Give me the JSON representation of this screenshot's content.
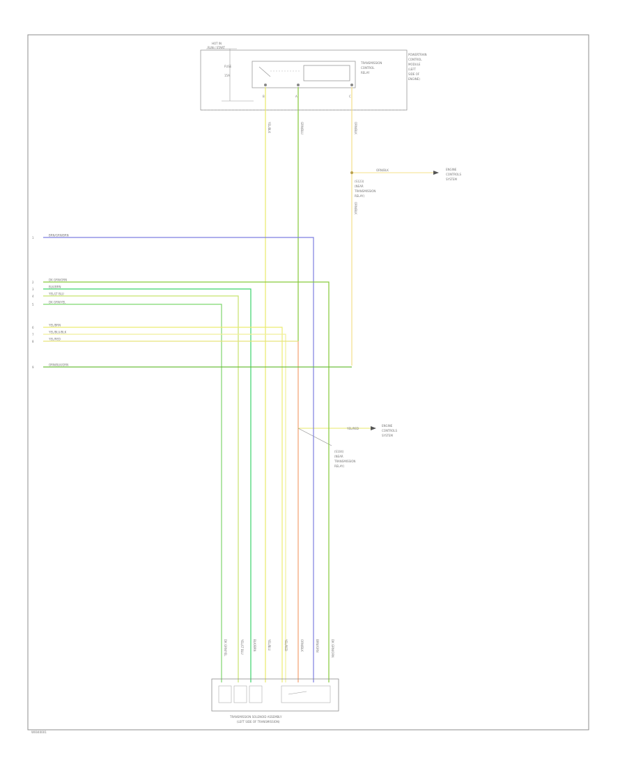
{
  "page": {
    "footer_code": "W0040001"
  },
  "relay": {
    "feed_label_1": "HOT IN",
    "feed_label_2": "RUN / START",
    "fuse_label": "FUSE",
    "fuse_amps": "15A",
    "module_label_1": "TRANSMISSION",
    "module_label_2": "CONTROL",
    "module_label_3": "RELAY",
    "side_label_lines": [
      "POWERTRAIN",
      "CONTROL",
      "MODULE",
      "(LEFT",
      "SIDE OF",
      "ENGINE)"
    ],
    "pins": [
      "B",
      "A",
      "C"
    ]
  },
  "wire_vertical_labels": [
    "YEL/BLK",
    "GRN/BLU",
    "ORN/BLK"
  ],
  "splice_1": {
    "wire": "ORN/BLK",
    "target_lines": [
      "ENGINE",
      "CONTROLS",
      "SYSTEM"
    ],
    "splice_lines": [
      "(S123)",
      "(NEAR",
      "TRANSMISSION",
      "RELAY)"
    ]
  },
  "splice_2": {
    "wire": "YEL/RED",
    "target_lines": [
      "ENGINE",
      "CONTROLS",
      "SYSTEM"
    ],
    "splice_lines": [
      "(S104)",
      "(NEAR",
      "TRANSMISSION",
      "RELAY)"
    ]
  },
  "left_wires": [
    {
      "num": "1",
      "label": "BRN/GRN/BRN",
      "color": "#7d7fe0"
    },
    {
      "num": "2",
      "label": "DK GRN/ORN",
      "color": "#86c93a"
    },
    {
      "num": "3",
      "label": "BLK/BRN",
      "color": "#3bd26a"
    },
    {
      "num": "4",
      "label": "YEL/LT BLU",
      "color": "#c7e36d"
    },
    {
      "num": "5",
      "label": "DK GRN/YEL",
      "color": "#7ed66d"
    },
    {
      "num": "6",
      "label": "YEL/BRN",
      "color": "#ecec70"
    },
    {
      "num": "7",
      "label": "YEL/BLU/BLK",
      "color": "#f1ef9a"
    },
    {
      "num": "8",
      "label": "YEL/RED",
      "color": "#e6e37c"
    },
    {
      "num": "9",
      "label": "ORN/BLK/GRN",
      "color": "#6dbf3e"
    }
  ],
  "bottom_wire_labels": [
    "DK GRN/YEL",
    "YEL/LT BLU",
    "BLK/BRN",
    "YEL/BLU",
    "YEL/RED",
    "ORN/BLK",
    "BRN/GRN",
    "DK GRN/ORN"
  ],
  "assembly": {
    "label_1": "TRANSMISSION SOLENOID ASSEMBLY",
    "label_2": "(LEFT SIDE OF TRANSMISSION)"
  },
  "colors": {
    "border": "#8c8c8c",
    "wire_yellow": "#e8e86a",
    "wire_green": "#7fd35a",
    "wire_blue": "#7a7ee0",
    "wire_orange": "#f2a070",
    "wire_yellow_orange": "#f4e08a"
  }
}
